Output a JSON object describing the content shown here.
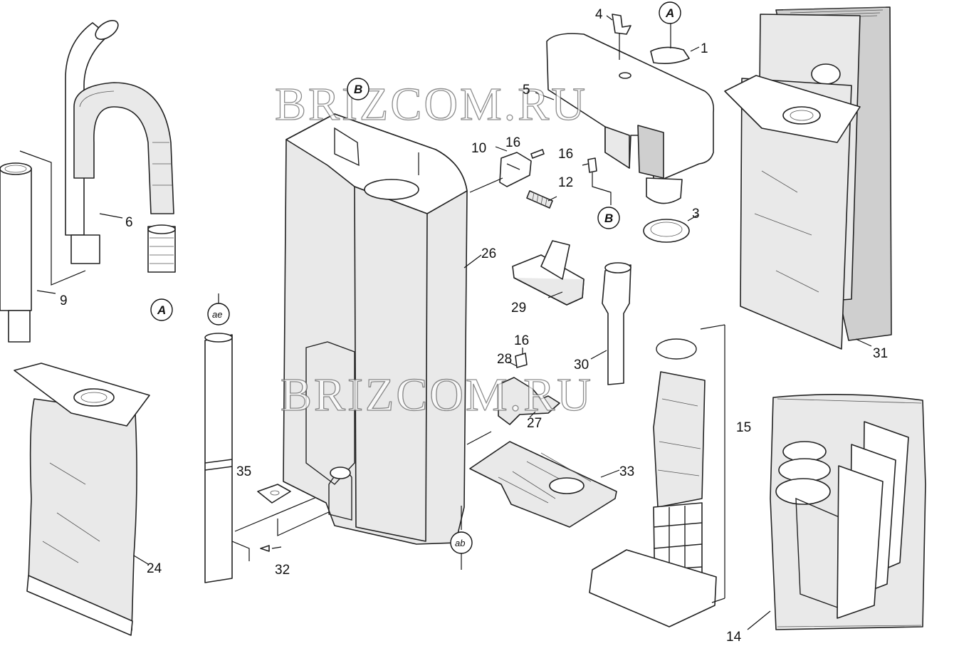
{
  "watermark": "BRIZCOM.RU",
  "refs": {
    "A": "A",
    "B": "B",
    "ae": "ae",
    "ab": "ab"
  },
  "labels": {
    "p1": "1",
    "p3": "3",
    "p4": "4",
    "p5": "5",
    "p6": "6",
    "p9": "9",
    "p10": "10",
    "p12": "12",
    "p14": "14",
    "p15": "15",
    "p16a": "16",
    "p16b": "16",
    "p16c": "16",
    "p24": "24",
    "p26": "26",
    "p27": "27",
    "p28": "28",
    "p29": "29",
    "p30": "30",
    "p31": "31",
    "p32": "32",
    "p33": "33",
    "p35": "35"
  }
}
